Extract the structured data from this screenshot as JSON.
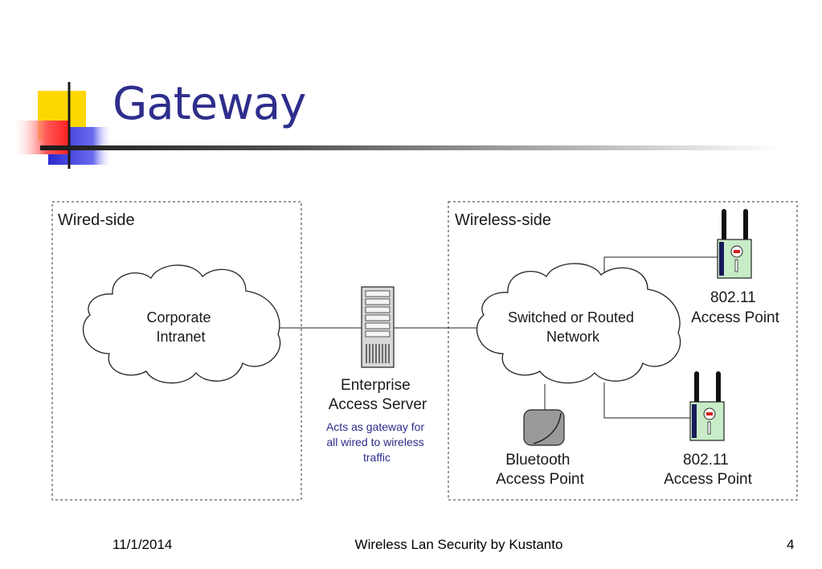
{
  "slide": {
    "title": "Gateway",
    "footer_date": "11/1/2014",
    "footer_center": "Wireless Lan Security by Kustanto",
    "page_number": "4"
  },
  "diagram": {
    "wired_side_label": "Wired-side",
    "wireless_side_label": "Wireless-side",
    "corporate_intranet": [
      "Corporate",
      "Intranet"
    ],
    "switched_network": [
      "Switched or Routed",
      "Network"
    ],
    "enterprise_access_server": [
      "Enterprise",
      "Access Server"
    ],
    "gateway_note": [
      "Acts as gateway for",
      "all wired to wireless",
      "traffic"
    ],
    "bluetooth_ap": [
      "Bluetooth",
      "Access Point"
    ],
    "ap_top": [
      "802.11",
      "Access Point"
    ],
    "ap_bottom": [
      "802.11",
      "Access Point"
    ]
  },
  "colors": {
    "title": "#2e2e8c",
    "note_text": "#2b2b8a",
    "logo_yellow": "#ffd700",
    "logo_red": "#ff3030",
    "logo_blue": "#3b3bd6",
    "ap_body": "#c8ecc8"
  }
}
